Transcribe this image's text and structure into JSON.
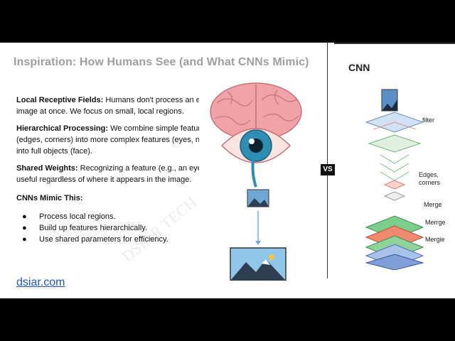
{
  "slide": {
    "title": "Inspiration: How Humans See (and What CNNs Mimic)",
    "cnn_heading": "CNN",
    "vs_label": "VS",
    "sections": [
      {
        "heading": "Local Receptive Fields:",
        "text": " Humans don't process an entire image at once. We focus on small, local regions."
      },
      {
        "heading": "Hierarchical Processing:",
        "text": " We combine simple features (edges, corners) into more complex features (eyes, nose) into full objects (face)."
      },
      {
        "heading": "Shared Weights:",
        "text": " Recognizing a feature (e.g., an eye) is useful regardless of where it appears in the image."
      }
    ],
    "mimic_title": "CNNs Mimic This:",
    "bullets": [
      "Process local regions.",
      "Build up features hierarchically.",
      "Use shared parameters for efficiency."
    ],
    "website": "dsiar.com",
    "watermark": "DSIAR TECH"
  },
  "cnn_diagram": {
    "labels": {
      "filter": "filter",
      "edges": "Edges,",
      "corners": "corners",
      "merge1": "Merge",
      "merge2": "Merrge",
      "merge3": "Mergie"
    }
  },
  "colors": {
    "title": "#9e9e9e",
    "link": "#1a56c4",
    "brain": "#f0a2a6",
    "eye_iris": "#2e8fb5",
    "layer_green": "#7ccf8a",
    "layer_red": "#f08a6e",
    "layer_blue": "#7f9fd6"
  }
}
